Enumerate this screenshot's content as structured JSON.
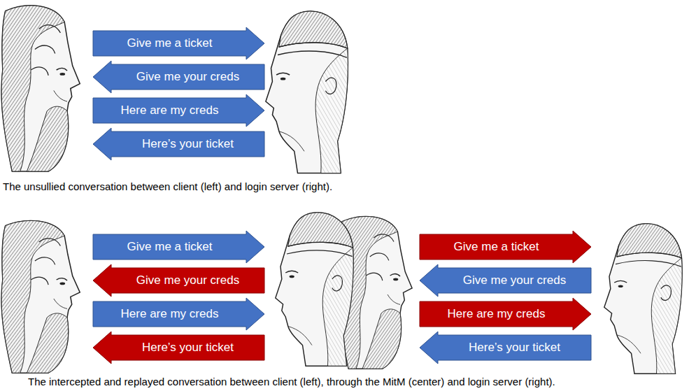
{
  "diagram": {
    "nodes": [
      {
        "text": [
          "Give me a ticket"
        ]
      },
      {
        "text": [
          "Give me your creds"
        ]
      },
      {
        "text": [
          "Here are my creds"
        ]
      },
      {
        "text": [
          "Here’s your ticket"
        ]
      },
      {
        "text": [
          "Give me a ticket"
        ]
      },
      {
        "text": [
          "Give me a ticket"
        ]
      },
      {
        "text": [
          "Give me your creds"
        ]
      },
      {
        "text": [
          "Give me your creds"
        ]
      },
      {
        "text": [
          "Here are my creds"
        ]
      },
      {
        "text": [
          "Here are my creds"
        ]
      },
      {
        "text": [
          "Here’s your ticket"
        ]
      },
      {
        "text": [
          "Here’s your ticket"
        ]
      }
    ],
    "labels": [
      "The unsullied conversation between client (left) and login server (right).",
      "The intercepted and replayed conversation between client (left), through the MitM (center)  and login server (right)."
    ]
  }
}
